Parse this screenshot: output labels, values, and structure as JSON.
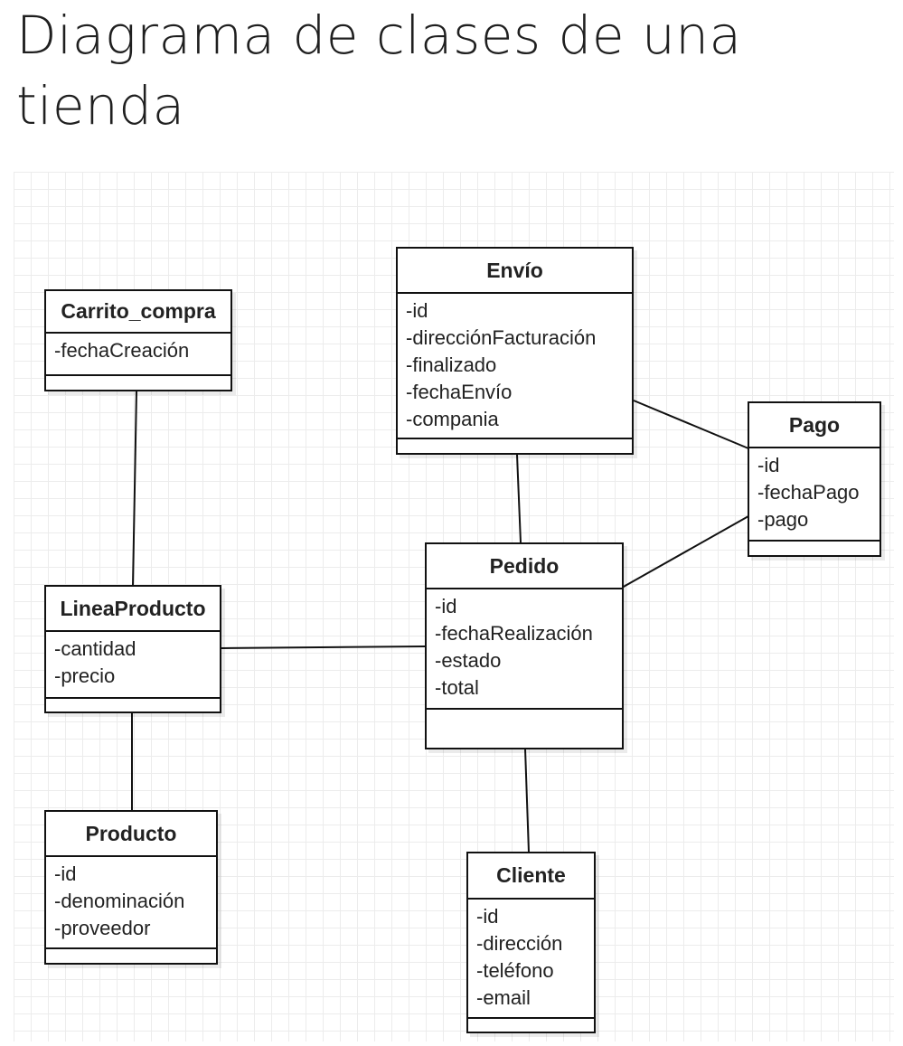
{
  "title": "Diagrama de clases de una tienda",
  "classes": {
    "carrito": {
      "name": "Carrito_compra",
      "attributes": [
        "-fechaCreación"
      ]
    },
    "envio": {
      "name": "Envío",
      "attributes": [
        "-id",
        "-direcciónFacturación",
        "-finalizado",
        "-fechaEnvío",
        "-compania"
      ]
    },
    "pago": {
      "name": "Pago",
      "attributes": [
        "-id",
        "-fechaPago",
        "-pago"
      ]
    },
    "linea": {
      "name": "LineaProducto",
      "attributes": [
        "-cantidad",
        "-precio"
      ]
    },
    "pedido": {
      "name": "Pedido",
      "attributes": [
        "-id",
        "-fechaRealización",
        "-estado",
        "-total"
      ]
    },
    "producto": {
      "name": "Producto",
      "attributes": [
        "-id",
        "-denominación",
        "-proveedor"
      ]
    },
    "cliente": {
      "name": "Cliente",
      "attributes": [
        "-id",
        "-dirección",
        "-teléfono",
        "-email"
      ]
    }
  },
  "associations": [
    {
      "from": "Carrito_compra",
      "to": "LineaProducto"
    },
    {
      "from": "LineaProducto",
      "to": "Producto"
    },
    {
      "from": "LineaProducto",
      "to": "Pedido"
    },
    {
      "from": "Envío",
      "to": "Pedido"
    },
    {
      "from": "Envío",
      "to": "Pago"
    },
    {
      "from": "Pedido",
      "to": "Pago"
    },
    {
      "from": "Pedido",
      "to": "Cliente"
    }
  ]
}
